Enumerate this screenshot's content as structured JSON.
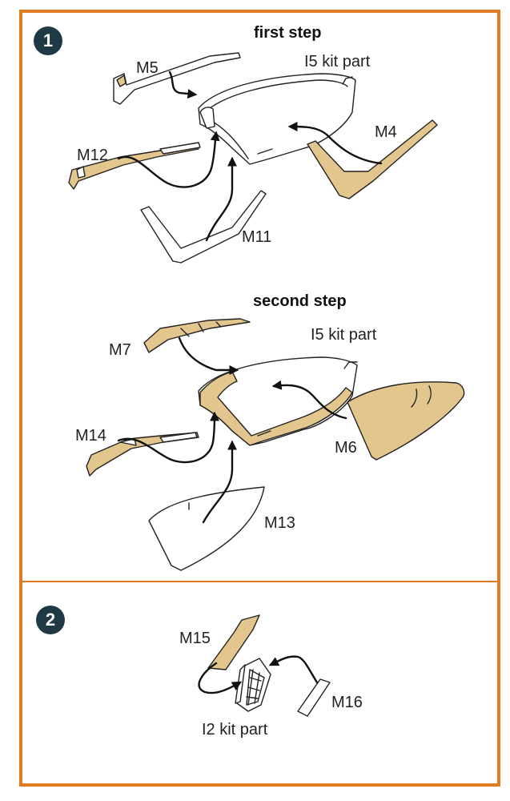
{
  "colors": {
    "border": "#e07b22",
    "badge": "#1f3a45",
    "photoetch_part": "#e3c68d"
  },
  "step1": {
    "number": "1",
    "first_heading": "first step",
    "first_kit_part": "I5 kit part",
    "second_heading": "second step",
    "second_kit_part": "I5 kit part",
    "labels": {
      "m5": "M5",
      "m12": "M12",
      "m11": "M11",
      "m4": "M4",
      "m7": "M7",
      "m14": "M14",
      "m13": "M13",
      "m6": "M6"
    }
  },
  "step2": {
    "number": "2",
    "kit_part": "I2 kit part",
    "labels": {
      "m15": "M15",
      "m16": "M16"
    }
  }
}
